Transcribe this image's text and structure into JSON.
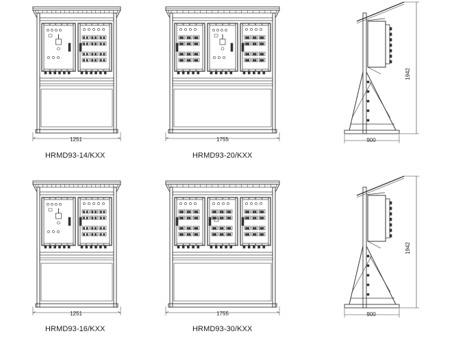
{
  "drawings": [
    {
      "id": "hrmd93-14",
      "model": "HRMD93-14/KXX",
      "width_dim": "1251",
      "units": 2
    },
    {
      "id": "hrmd93-20",
      "model": "HRMD93-20/KXX",
      "width_dim": "1755",
      "units": 3
    },
    {
      "id": "side-top",
      "depth_dim": "900",
      "height_dim": "1942"
    },
    {
      "id": "hrmd93-16",
      "model": "HRMD93-16/KXX",
      "width_dim": "1251",
      "units": 2
    },
    {
      "id": "hrmd93-30",
      "model": "HRMD93-30/KXX",
      "width_dim": "1755",
      "units": 3
    },
    {
      "id": "side-bottom",
      "depth_dim": "900",
      "height_dim": "1942"
    }
  ],
  "style": {
    "line": "#333333",
    "paper": "#ffffff"
  }
}
